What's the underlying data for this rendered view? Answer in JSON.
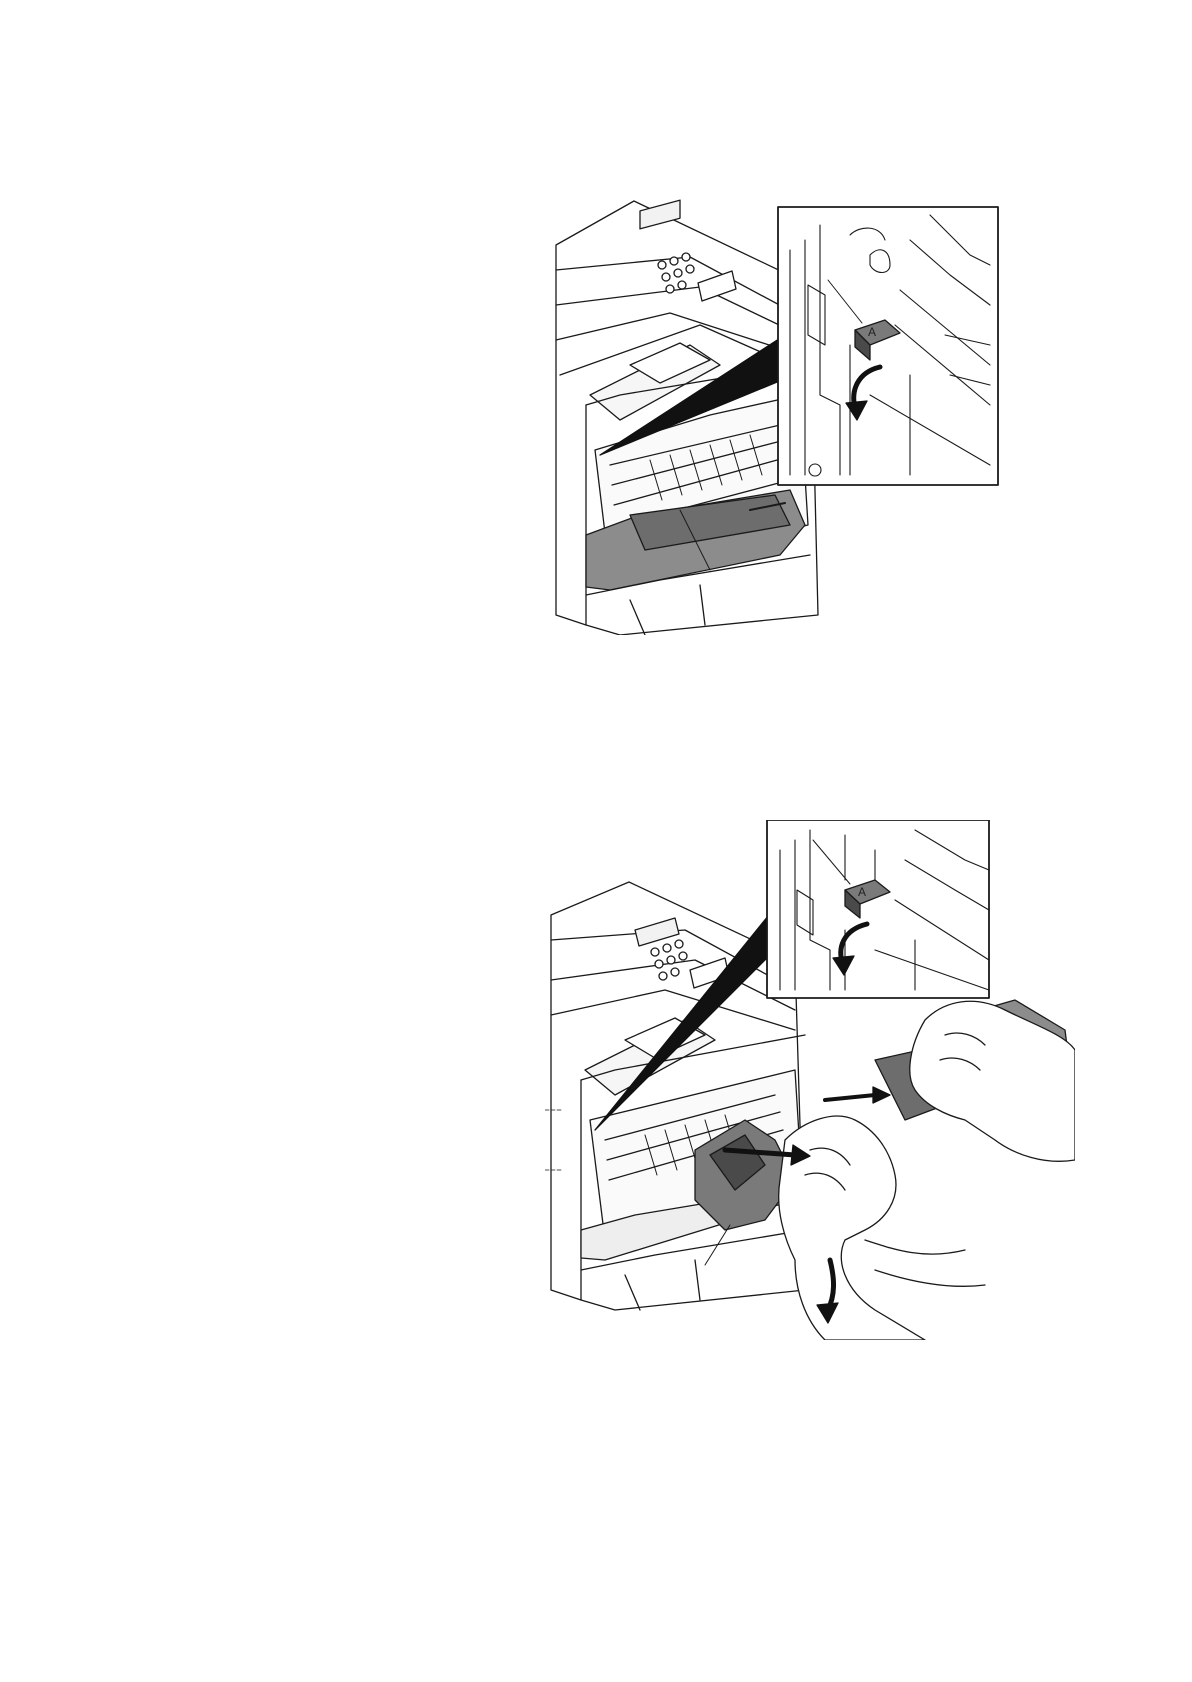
{
  "page": {
    "figures": [
      {
        "id": "figure-1",
        "inset_letter": "A"
      },
      {
        "id": "figure-2",
        "inset_letter": "A"
      }
    ],
    "colors": {
      "line": "#1a1a1a",
      "shade_light": "#d9d9d9",
      "shade_mid": "#8c8c8c",
      "shade_dark": "#4a4a4a"
    }
  }
}
